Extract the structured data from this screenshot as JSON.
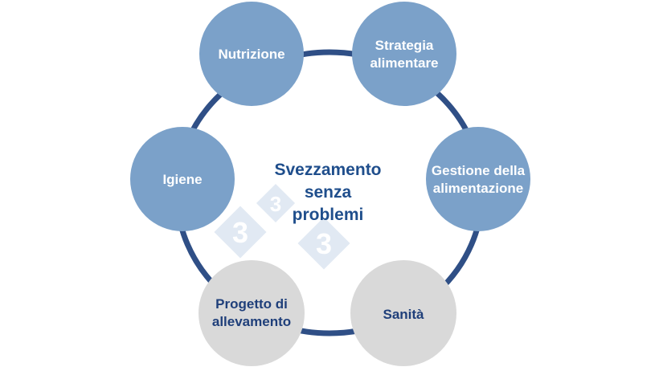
{
  "colors": {
    "ring": "#2f4f86",
    "blue_node": "#7ba1c9",
    "grey_node": "#d9d9d9",
    "center_text": "#1f4e8c",
    "grey_node_text": "#1f3f7a",
    "watermark": "#c9d8ea"
  },
  "center": {
    "line1": "Svezzamento",
    "line2": "senza",
    "line3": "problemi"
  },
  "nodes": {
    "nutrizione": {
      "line1": "Nutrizione"
    },
    "strategia": {
      "line1": "Strategia",
      "line2": "alimentare"
    },
    "gestione": {
      "line1": "Gestione della",
      "line2": "alimentazione"
    },
    "sanita": {
      "line1": "Sanità"
    },
    "progetto": {
      "line1": "Progetto di",
      "line2": "allevamento"
    },
    "igiene": {
      "line1": "Igiene"
    }
  },
  "watermark": {
    "digits": [
      "3",
      "3",
      "3"
    ]
  }
}
